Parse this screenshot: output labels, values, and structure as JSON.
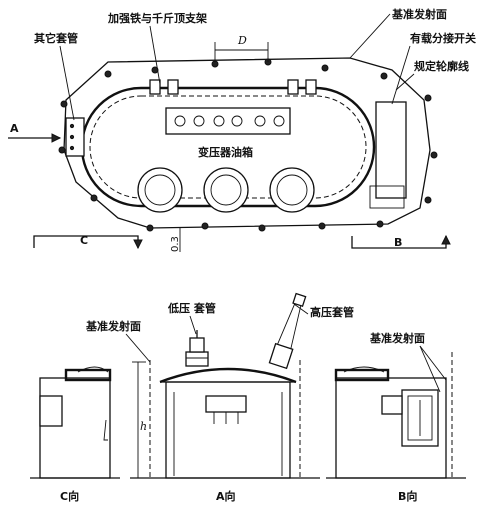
{
  "labels": {
    "other_bushing": "其它套管",
    "stiffener_jack": "加强铁与千斤顶支架",
    "reference_surface_top": "基准发射面",
    "on_load_tap_changer": "有载分接开关",
    "specified_contour": "规定轮廓线",
    "tank": "变压器油箱",
    "low_voltage_bushing": "低压 套管",
    "high_voltage_bushing": "高压套管",
    "reference_surface_left": "基准发射面",
    "reference_surface_right": "基准发射面",
    "view_c": "C向",
    "view_a": "A向",
    "view_b": "B向",
    "arrow_a": "A",
    "arrow_b": "B",
    "arrow_c": "C",
    "dim_d": "D",
    "dim_gap": "0.3",
    "dim_h": "h"
  }
}
